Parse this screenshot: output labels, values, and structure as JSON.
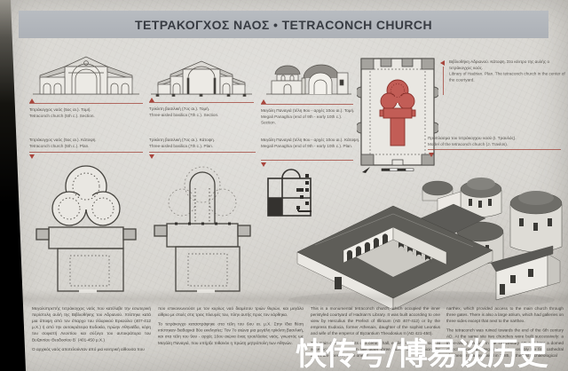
{
  "title": "ΤΕΤΡΑΚΟΓΧΟΣ ΝΑΟΣ • TETRACONCH CHURCH",
  "colors": {
    "board": "#d7d5d0",
    "title_bar": "#b4b8bd",
    "accent_red": "#a8453c",
    "plan_highlight_red": "#c25d56",
    "ink": "#55524d"
  },
  "figures": {
    "tetraconch_section": {
      "greek": "Τετράκογχος ναός (5ος αι.). Τομή.",
      "english": "Tetraconch church (5th c.). Section."
    },
    "basilica_section": {
      "greek": "Τρίκλιτη βασιλική (7ος αι.). Τομή.",
      "english": "Three-aisled basilica (7th c.). Section."
    },
    "panagia_section": {
      "greek": "Μεγάλη Παναγιά (τέλη 9ου - αρχές 10ου αι.). Τομή.",
      "english": "Megali Panaghia (end of 9th - early 10th c.). Section."
    },
    "tetraconch_plan": {
      "greek": "Τετράκογχος ναός (5ος αι.). Κάτοψη.",
      "english": "Tetraconch church (5th c.). Plan."
    },
    "basilica_plan": {
      "greek": "Τρίκλιτη βασιλική (7ος αι.). Κάτοψη.",
      "english": "Three-aisled basilica (7th c.). Plan."
    },
    "panagia_plan": {
      "greek": "Μεγάλη Παναγιά (τέλη 9ου - αρχές 10ου αι.). Κάτοψη.",
      "english": "Megali Panaghia (end of 9th - early 10th c.). Plan."
    },
    "library_plan": {
      "greek": "Βιβλιοθήκη Αδριανού. Κάτοψη. Στο κέντρο της αυλής ο τετράκογχος ναός.",
      "english": "Library of Hadrian. Plan. The tetraconch church in the center of the courtyard."
    },
    "model": {
      "greek": "Πρόπλασμα του τετράκογχου ναού (Ι. Τραυλός).",
      "english": "Model of the tetraconch church (J. Travlos)."
    }
  },
  "body_text": {
    "greek_col1_p1": "Μεγαλοπρεπής τετράκογχος ναός που κατέλαβε την εσωτερική περίστυλη αυλή της Βιβλιοθήκης του Αδριανού. Χτίστηκε κατά μια άποψη από τον έπαρχο του Ιλλυρικού Ερκούλιο (407-412 μ.Χ.) ή από την αυτοκράτειρα Ευδοκία, πρώην Αθηναΐδα, κόρη του σοφιστή Λεοντίου και σύζυγο του αυτοκράτορα του Βυζαντίου Θεοδοσίου Β΄ (401-450 μ.Χ.)",
    "greek_col1_p2": "Ο αρχικός ναός αποτελούνταν από μια κεντρική αίθουσα που",
    "greek_col2_p1": "που επικοινωνούσε με τον κυρίως ναό διαμέσου τριών θυρών, και μεγάλο αίθριο με στοές στις τρεις πλευρές του, πλην αυτής προς τον νάρθηκα.",
    "greek_col2_p2": "Το τετράκογχο καταστράφηκε στα τέλη του 6ου αι. μ.Χ. Στην ίδια θέση κτίστηκαν διαδοχικά δύο εκκλησίες: Τον 7ο αιώνα μια μεγάλη τρίκλιτη βασιλική, και στα τέλη του 9ου - αρχές 10ου αιώνα ένας τρουλλαίος ναός, γνωστός ως Μεγάλη Παναγιά, που υπήρξε πιθανόν η πρώτη μητρόπολη των Αθηνών.",
    "english_col1_p1": "This is a monumental tetraconch church, which occupied the inner peristyled courtyard of Hadrian's Library. It was built according to one view by Herculius the Prefect of Illiricum (AD 407-412) or by the empress Eudocia, former Athenais, daughter of the sophist Leontius and wife of the emperor of Byzantium Theodosius II (AD 421-450).",
    "english_col1_p2": "The main church consists of a central hall, ending on the east side at a semicircular apse. On the other three sides, other semicircular apses are opened, each one at",
    "english_col2_p1": "narthex, which provided access to the main church through three gates. There is also a large atrium, which had galleries on three sides except that next to the narthex.",
    "english_col2_p2": "The tetraconch was ruined towards the end of the 6th century AD. At the same site two churches were built successively: a three-aisled basilica in the 7th century AD and later a domed church, known as Megali Panagia, possibly the first cathedral of Athens. It was revealed in 1885, in the first archaeological"
  },
  "watermark": "快传号/博易谈历史"
}
